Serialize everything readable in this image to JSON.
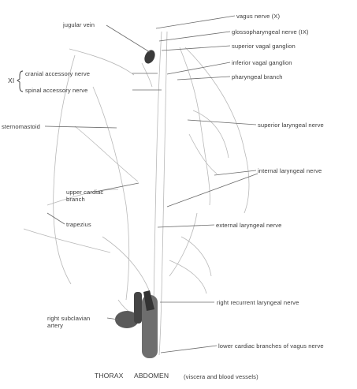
{
  "diagram": {
    "labels": {
      "jugular_vein": "jugular vein",
      "vagus_nerve": "vagus nerve (X)",
      "glossopharyngeal_nerve": "glossopharyngeal nerve (IX)",
      "superior_vagal_ganglion": "superior vagal ganglion",
      "inferior_vagal_ganglion": "inferior vagal ganglion",
      "pharyngeal_branch": "pharyngeal branch",
      "xi_marker": "XI",
      "cranial_accessory_nerve": "cranial accessory nerve",
      "spinal_accessory_nerve": "spinal accessory nerve",
      "sternomastoid": "sternomastoid",
      "superior_laryngeal_nerve": "superior laryngeal nerve",
      "internal_laryngeal_nerve": "internal laryngeal nerve",
      "upper_cardiac_branch": "upper cardiac branch",
      "trapezius": "trapezius",
      "external_laryngeal_nerve": "external laryngeal nerve",
      "right_subclavian_artery": "right subclavian artery",
      "right_recurrent_laryngeal_nerve": "right recurrent laryngeal nerve",
      "lower_cardiac_branches": "lower cardiac branches of vagus nerve",
      "thorax": "THORAX",
      "abdomen": "ABDOMEN",
      "viscera": "(viscera and blood vessels)"
    }
  }
}
